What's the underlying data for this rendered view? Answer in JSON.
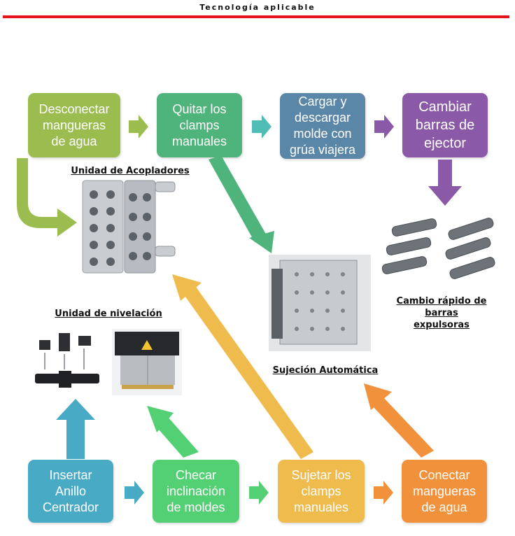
{
  "header": {
    "title": "Tecnología aplicable"
  },
  "colors": {
    "red_line": "#e8141c",
    "green_light": "#9bbd4f",
    "teal_green": "#4fb37c",
    "teal": "#4fbdb5",
    "steel_blue": "#5a86a7",
    "purple": "#8a5aa8",
    "cyan": "#49aac6",
    "green": "#53d073",
    "yellow": "#f0bb4d",
    "orange": "#f2913c"
  },
  "top_row": [
    {
      "label": "Desconectar\nmangueras\nde agua"
    },
    {
      "label": "Quitar los\nclamps\nmanuales"
    },
    {
      "label": "Cargar y\ndescargar\nmolde con\ngrúa viajera"
    },
    {
      "label": "Cambiar\nbarras de\nejector"
    }
  ],
  "bottom_row": [
    {
      "label": "Insertar\nAnillo\nCentrador"
    },
    {
      "label": "Checar\ninclinación\nde moldes"
    },
    {
      "label": "Sujetar los\nclamps\nmanuales"
    },
    {
      "label": "Conectar\nmangueras\nde agua"
    }
  ],
  "captions": {
    "couplers": "Unidad de Acopladores",
    "leveling": "Unidad de nivelación",
    "ejector_bars": "Cambio rápido de\nbarras\nexpulsoras",
    "clamping": "Sujeción Automática"
  }
}
